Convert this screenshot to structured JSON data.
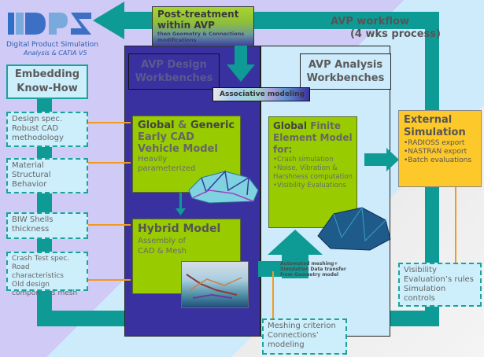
{
  "logo": {
    "letters": "IDPS",
    "line1": "Digital Product Simulation",
    "line2": "Analysis & CATIA V5"
  },
  "post_treatment": {
    "title_line1": "Post-treatment",
    "title_line2": "within AVP",
    "sub": "then Geometry & Connections modifications"
  },
  "workflow": {
    "line1": "AVP workflow",
    "line2": "(4 wks process)"
  },
  "design_wb": {
    "line1": "AVP Design",
    "line2": "Workbenches"
  },
  "analysis_wb": {
    "line1": "AVP Analysis",
    "line2": "Workbenches"
  },
  "associative": "Associative modeling",
  "knowhow": {
    "title_line1": "Embedding",
    "title_line2": "Know-How",
    "items": [
      {
        "lines": [
          "Design spec.",
          "Robust CAD",
          "methodology"
        ]
      },
      {
        "lines": [
          "Material",
          "Structural",
          "Behavior"
        ]
      },
      {
        "lines": [
          "BIW Shells",
          "thickness"
        ]
      },
      {
        "lines": [
          "Crash Test spec.",
          "Road characteristics",
          "Old design",
          "components mesh"
        ]
      }
    ]
  },
  "global_cad": {
    "bold1": "Global",
    "amp": " & ",
    "bold2": "Generic",
    "line2": "Early CAD",
    "line3": "Vehicle Model",
    "sub1": "Heavily",
    "sub2": "parameterized"
  },
  "hybrid": {
    "title": "Hybrid Model",
    "sub1": "Assembly of",
    "sub2": "CAD & Mesh"
  },
  "global_fem": {
    "bold": "Global",
    "rest": " Finite",
    "line2": "Element Model",
    "line3": "for:",
    "bullets": [
      "•Crash simulation",
      "•Noise, Vibration &",
      "Harshness computation",
      "•Visibility Evaluations"
    ]
  },
  "automated": {
    "line1": "Automated meshing+",
    "line2": "Simulation Data transfer",
    "line3": "from Geometry model"
  },
  "external": {
    "title1": "External",
    "title2": "Simulation",
    "bullets": [
      "•RADIOSS export",
      "•NASTRAN export",
      "•Batch evaluations"
    ]
  },
  "visibility": {
    "lines": [
      "Visibility",
      "Evaluation’s rules",
      "Simulation",
      "controls"
    ]
  },
  "meshing": {
    "lines": [
      "Meshing criterion",
      "Connections’",
      "modeling"
    ]
  },
  "colors": {
    "teal": "#0e9b95",
    "navy": "#3a31a0",
    "green": "#99cc00",
    "orange": "#f39a1e",
    "yellow": "#fcc82a",
    "light_blue": "#cdeefb"
  }
}
